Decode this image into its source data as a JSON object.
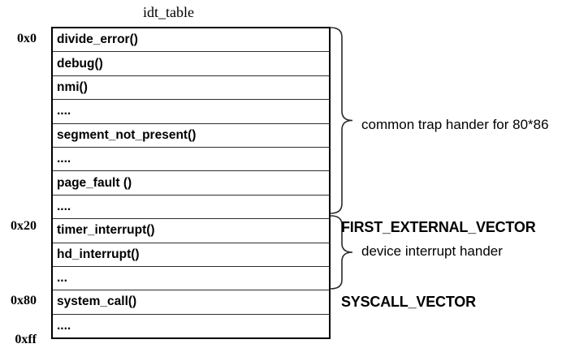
{
  "title": "idt_table",
  "table": {
    "rows": [
      {
        "label": "divide_error()"
      },
      {
        "label": "debug()"
      },
      {
        "label": "nmi()"
      },
      {
        "label": "...."
      },
      {
        "label": "segment_not_present()"
      },
      {
        "label": "...."
      },
      {
        "label": "page_fault ()"
      },
      {
        "label": "...."
      },
      {
        "label": "timer_interrupt()"
      },
      {
        "label": "hd_interrupt()"
      },
      {
        "label": "..."
      },
      {
        "label": "system_call()"
      },
      {
        "label": "...."
      }
    ]
  },
  "addresses": {
    "start": "0x0",
    "first_external": "0x20",
    "syscall": "0x80",
    "end": "0xff"
  },
  "annotations": {
    "trap_handlers": "common trap hander for 80*86",
    "first_external_vector": "FIRST_EXTERNAL_VECTOR",
    "device_interrupts": "device interrupt hander",
    "syscall_vector": "SYSCALL_VECTOR"
  },
  "colors": {
    "line": "#000000",
    "text": "#000000",
    "background": "#ffffff"
  }
}
